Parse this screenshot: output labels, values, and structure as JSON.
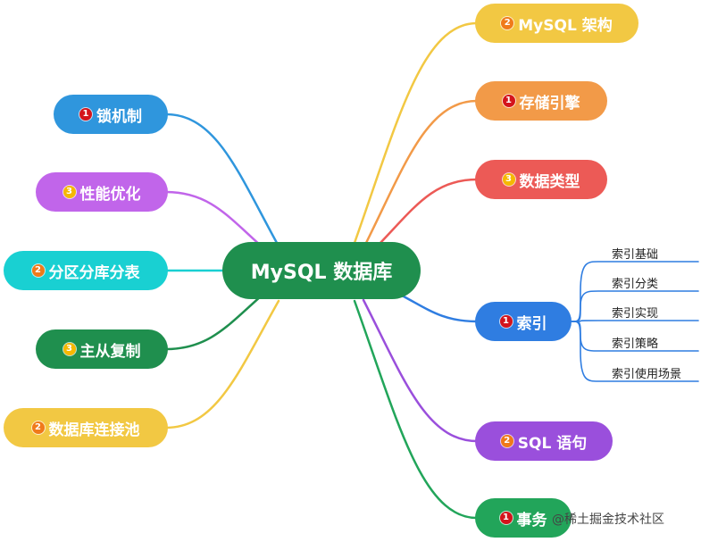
{
  "root": {
    "label": "MySQL 数据库",
    "color": "#1f8f4e"
  },
  "branches": [
    {
      "id": "mysql-arch",
      "label": "MySQL 架构",
      "priority": "2",
      "color": "#f2c843",
      "badge_color": "#f07a1a"
    },
    {
      "id": "storage-engine",
      "label": "存储引擎",
      "priority": "1",
      "color": "#f29a48",
      "badge_color": "#d4141c"
    },
    {
      "id": "data-types",
      "label": "数据类型",
      "priority": "3",
      "color": "#ec5a56",
      "badge_color": "#f5b800"
    },
    {
      "id": "index",
      "label": "索引",
      "priority": "1",
      "color": "#2f7de1",
      "badge_color": "#d4141c"
    },
    {
      "id": "sql-statements",
      "label": "SQL 语句",
      "priority": "2",
      "color": "#9a4fdc",
      "badge_color": "#f07a1a"
    },
    {
      "id": "transactions",
      "label": "事务",
      "priority": "1",
      "color": "#22a55a",
      "badge_color": "#d4141c"
    },
    {
      "id": "lock-mechanism",
      "label": "锁机制",
      "priority": "1",
      "color": "#2f96dd",
      "badge_color": "#d4141c"
    },
    {
      "id": "performance-optimization",
      "label": "性能优化",
      "priority": "3",
      "color": "#c165ea",
      "badge_color": "#f5b800"
    },
    {
      "id": "partitioning-sharding",
      "label": "分区分库分表",
      "priority": "2",
      "color": "#19d0d2",
      "badge_color": "#f07a1a"
    },
    {
      "id": "master-slave-replication",
      "label": "主从复制",
      "priority": "3",
      "color": "#1f8f4e",
      "badge_color": "#f5b800"
    },
    {
      "id": "connection-pool",
      "label": "数据库连接池",
      "priority": "2",
      "color": "#f2c843",
      "badge_color": "#f07a1a"
    }
  ],
  "index_children": [
    "索引基础",
    "索引分类",
    "索引实现",
    "索引策略",
    "索引使用场景"
  ],
  "watermark": "@稀土掘金技术社区"
}
